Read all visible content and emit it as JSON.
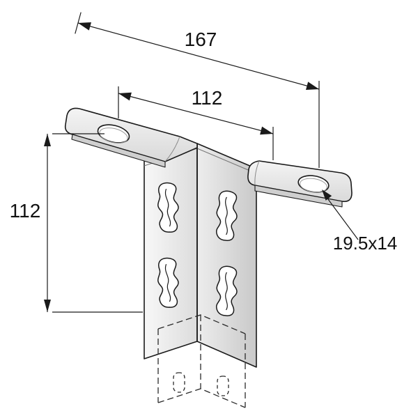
{
  "drawing": {
    "type": "technical-drawing",
    "background_color": "#ffffff",
    "line_color": "#1a1a1a",
    "metal_light": "#f6f6f6",
    "metal_shadow": "#cfcfcf",
    "labels": {
      "overall_span": "167",
      "hole_spacing": "112",
      "height": "112",
      "slot_size": "19.5x14"
    }
  }
}
